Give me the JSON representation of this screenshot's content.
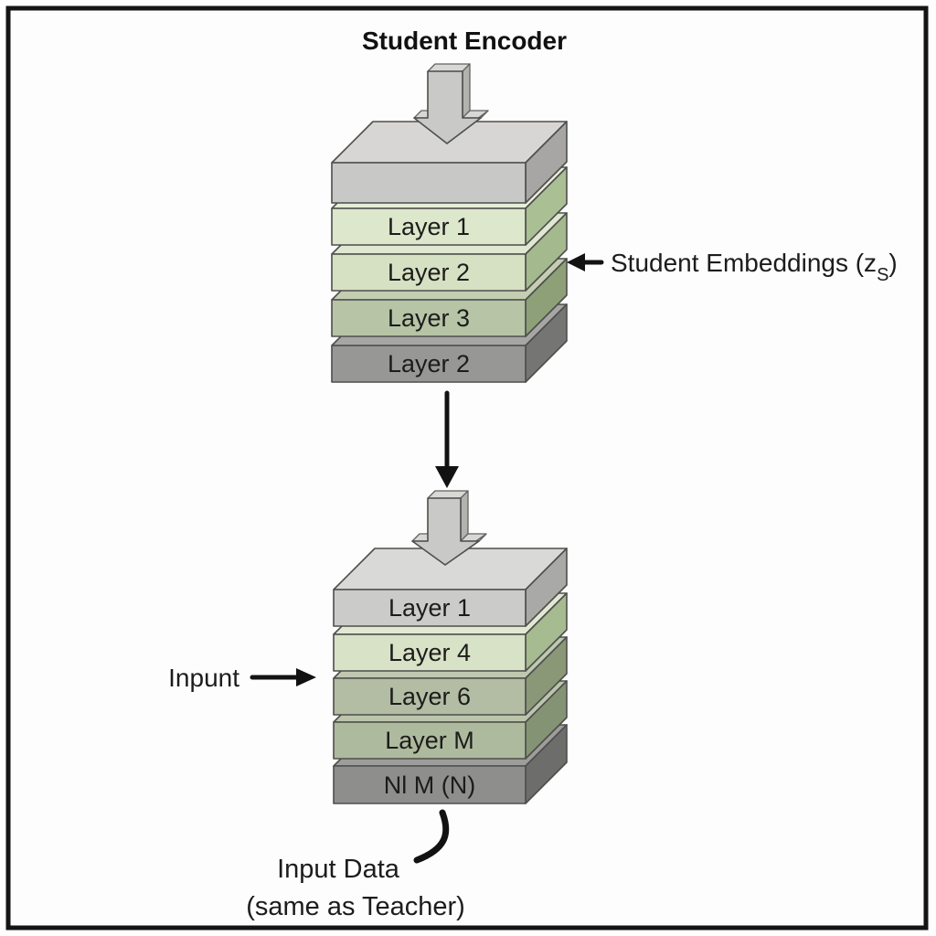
{
  "title": "Student Encoder",
  "frame": {
    "border_color": "#141414",
    "background": "#fdfdfd"
  },
  "stacks": [
    {
      "name": "student-encoder-stack",
      "layers": [
        {
          "label": "",
          "colors": {
            "front": "#c8c8c6",
            "top": "#d7d6d4",
            "side": "#a7a6a4"
          }
        },
        {
          "label": "Layer 1",
          "colors": {
            "front": "#dde7cb",
            "top": "#e6edd8",
            "side": "#aabf94"
          }
        },
        {
          "label": "Layer 2",
          "colors": {
            "front": "#d6e1c3",
            "top": "#dfe8d0",
            "side": "#a4b98d"
          }
        },
        {
          "label": "Layer 3",
          "colors": {
            "front": "#b7c4a5",
            "top": "#c3ceb2",
            "side": "#8da077"
          }
        },
        {
          "label": "Layer 2",
          "colors": {
            "front": "#979795",
            "top": "#a6a6a4",
            "side": "#757573"
          }
        }
      ]
    },
    {
      "name": "lower-stack",
      "layers": [
        {
          "label": "Layer 1",
          "colors": {
            "front": "#cbcbc9",
            "top": "#d9d9d7",
            "side": "#a9a9a7"
          }
        },
        {
          "label": "Layer 4",
          "colors": {
            "front": "#d8e2c6",
            "top": "#e1e9d2",
            "side": "#a6bb90"
          }
        },
        {
          "label": "Layer 6",
          "colors": {
            "front": "#b2bda4",
            "top": "#bfc8b0",
            "side": "#8a9878"
          }
        },
        {
          "label": "Layer M",
          "colors": {
            "front": "#aeba9d",
            "top": "#bbc5ab",
            "side": "#859375"
          }
        },
        {
          "label": "Nl M (N)",
          "colors": {
            "front": "#8e8e8c",
            "top": "#9d9d9b",
            "side": "#6d6d6b"
          }
        }
      ]
    }
  ],
  "arrow3d": {
    "fill": "#c9c9c7",
    "top": "#d8d8d6",
    "side": "#b2b2b0"
  },
  "annotations": {
    "student_embeddings": {
      "prefix": "Student Embeddings (z",
      "subscript": "S",
      "suffix": ")"
    },
    "input_label": "Inpunt",
    "caption_line1": "Input Data",
    "caption_line2": "(same as Teacher)"
  }
}
